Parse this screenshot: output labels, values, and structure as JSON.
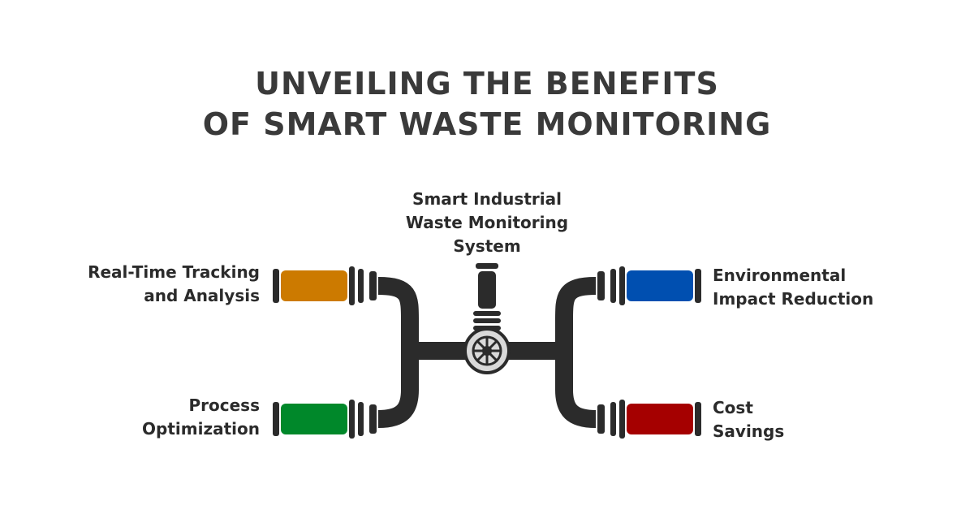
{
  "title": {
    "line1": "UNVEILING THE BENEFITS",
    "line2": "OF SMART WASTE MONITORING"
  },
  "center": {
    "line1": "Smart Industrial",
    "line2": "Waste Monitoring",
    "line3": "System"
  },
  "branches": {
    "top_left": {
      "line1": "Real-Time Tracking",
      "line2": "and Analysis",
      "color": "#cc7a00"
    },
    "bottom_left": {
      "line1": "Process",
      "line2": "Optimization",
      "color": "#00882a"
    },
    "top_right": {
      "line1": "Environmental",
      "line2": "Impact Reduction",
      "color": "#004fb0"
    },
    "bottom_right": {
      "line1": "Cost",
      "line2": "Savings",
      "color": "#a50000"
    }
  },
  "colors": {
    "pipe": "#2b2b2b",
    "valve": "#d9d9d9"
  }
}
